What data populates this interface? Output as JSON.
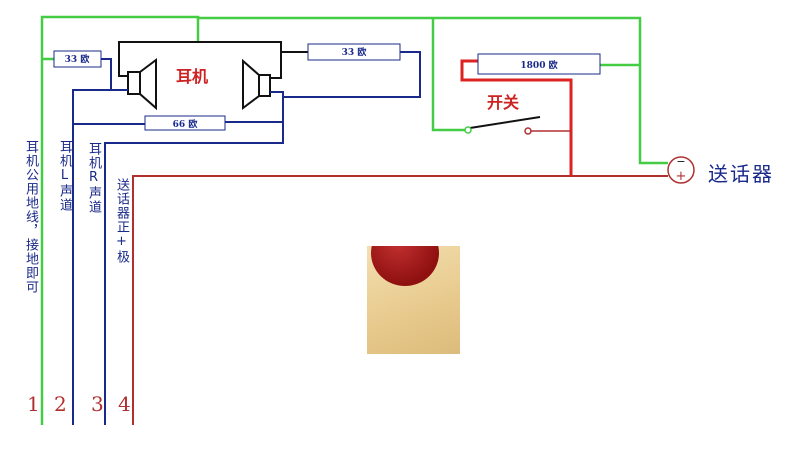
{
  "headphone_label": "耳机",
  "switch_label": "开关",
  "resistors": {
    "left_33": "33 欧",
    "right_33": "33 欧",
    "r66": "66 欧",
    "r1800": "1800 欧"
  },
  "microphone": {
    "label": "送话器",
    "minus": "−",
    "plus": "+"
  },
  "wire_labels": {
    "ground": "耳机公用地线，接地即可",
    "left": "耳机L声道",
    "right": "耳机R声道",
    "mic_plus": "送话器正+极"
  },
  "pins": [
    "1",
    "2",
    "3",
    "4"
  ],
  "colors": {
    "ground": "#44cc44",
    "signal": "#1a2a8a",
    "mic": "#b03030",
    "switch_red": "#dd2222"
  }
}
